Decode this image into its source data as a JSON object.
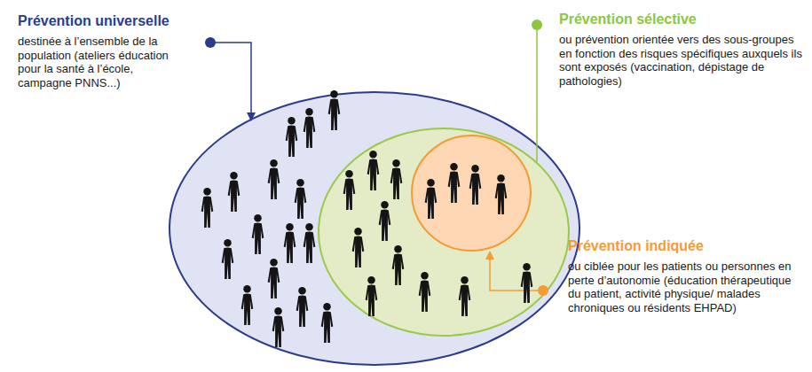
{
  "diagram": {
    "nodes": [
      {
        "text": [
          "Prévention universelle",
          "destinée à l’ensemble de la population (ateliers éducation pour la santé à l’école, campagne PNNS...)"
        ]
      },
      {
        "text": [
          "Prévention sélective",
          "ou prévention orientée vers des sous-groupes en fonction des risques spécifiques auxquels ils sont exposés (vaccination, dépistage de pathologies)"
        ],
        "in": 0
      },
      {
        "text": [
          "Prévention indiquée",
          "ou ciblée pour les patients ou personnes en perte d’autonomie (éducation thérapeutique du patient, activité physique/ malades chroniques ou résidents EHPAD)"
        ],
        "in": 1
      }
    ]
  }
}
